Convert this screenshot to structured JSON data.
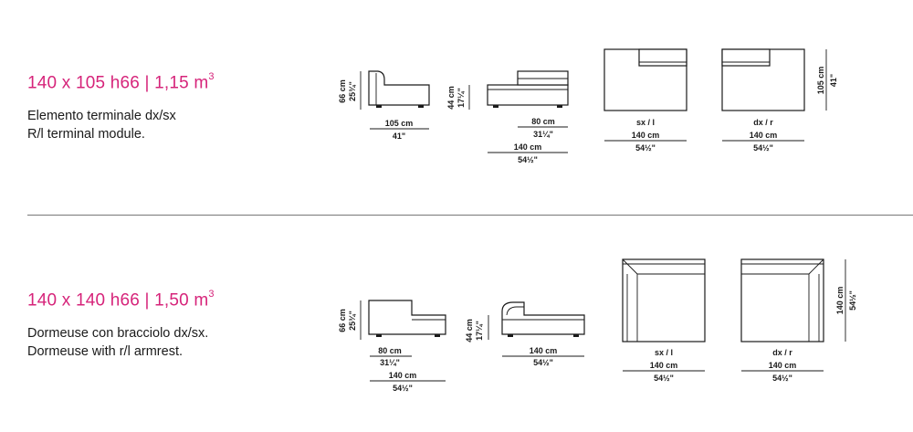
{
  "module1": {
    "title": "140 x 105 h66 | 1,15 m",
    "title_sup": "3",
    "desc_it": "Elemento terminale dx/sx",
    "desc_en": "R/l terminal module.",
    "height_cm": "66 cm",
    "height_in": "25¾\"",
    "depth_cm": "105 cm",
    "depth_in": "41\"",
    "seat_cm": "44 cm",
    "seat_in": "17¼\"",
    "front_inner_cm": "80 cm",
    "front_inner_in": "31¼\"",
    "front_total_cm": "140 cm",
    "front_total_in": "54½\"",
    "plan_left_label": "sx / l",
    "plan_left_cm": "140 cm",
    "plan_left_in": "54½\"",
    "plan_right_label": "dx / r",
    "plan_right_cm": "140 cm",
    "plan_right_in": "54½\"",
    "plan_depth_cm": "105 cm",
    "plan_depth_in": "41\""
  },
  "module2": {
    "title": "140 x 140 h66 | 1,50 m",
    "title_sup": "3",
    "desc_it": "Dormeuse con bracciolo dx/sx.",
    "desc_en": "Dormeuse with r/l armrest.",
    "height_cm": "66 cm",
    "height_in": "25¾\"",
    "side_inner_cm": "80 cm",
    "side_inner_in": "31¼\"",
    "side_total_cm": "140 cm",
    "side_total_in": "54½\"",
    "seat_cm": "44 cm",
    "seat_in": "17¼\"",
    "front_cm": "140 cm",
    "front_in": "54½\"",
    "plan_left_label": "sx / l",
    "plan_left_cm": "140 cm",
    "plan_left_in": "54½\"",
    "plan_right_label": "dx / r",
    "plan_right_cm": "140 cm",
    "plan_right_in": "54½\"",
    "plan_depth_cm": "140 cm",
    "plan_depth_in": "54½\""
  },
  "colors": {
    "accent": "#d6247a",
    "ink": "#1a1a1a",
    "divider": "#777777"
  }
}
